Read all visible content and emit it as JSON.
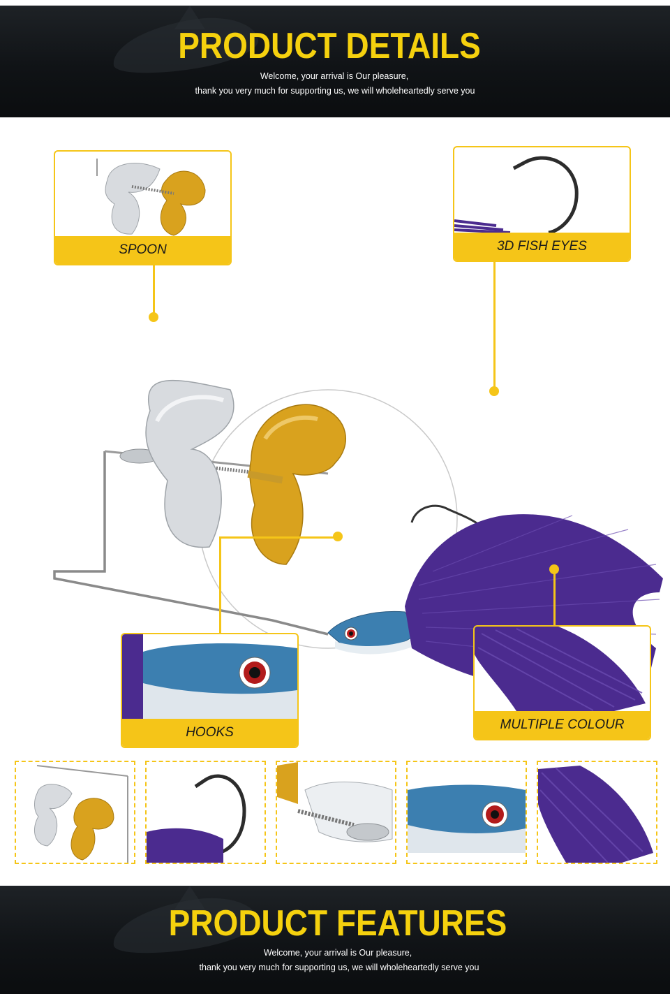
{
  "header": {
    "title": "PRODUCT DETAILS",
    "subtitle_line1": "Welcome, your arrival is Our pleasure,",
    "subtitle_line2": "thank you very much for supporting us, we will wholeheartedly serve you"
  },
  "callouts": {
    "spoon": "SPOON",
    "fish_eyes": "3D FISH EYES",
    "hooks": "HOOKS",
    "multiple_colour": "MULTIPLE COLOUR"
  },
  "footer": {
    "title": "PRODUCT FEATURES",
    "subtitle_line1": "Welcome, your arrival is Our pleasure,",
    "subtitle_line2": "thank you very much for supporting us, we will wholeheartedly serve you"
  },
  "colors": {
    "accent": "#f5c518",
    "title_yellow": "#f5d10e",
    "skirt_purple": "#4b2b8f",
    "blade_gold": "#d9a21e",
    "blade_silver": "#cfd3d8",
    "head_blue": "#3c7fb0"
  }
}
